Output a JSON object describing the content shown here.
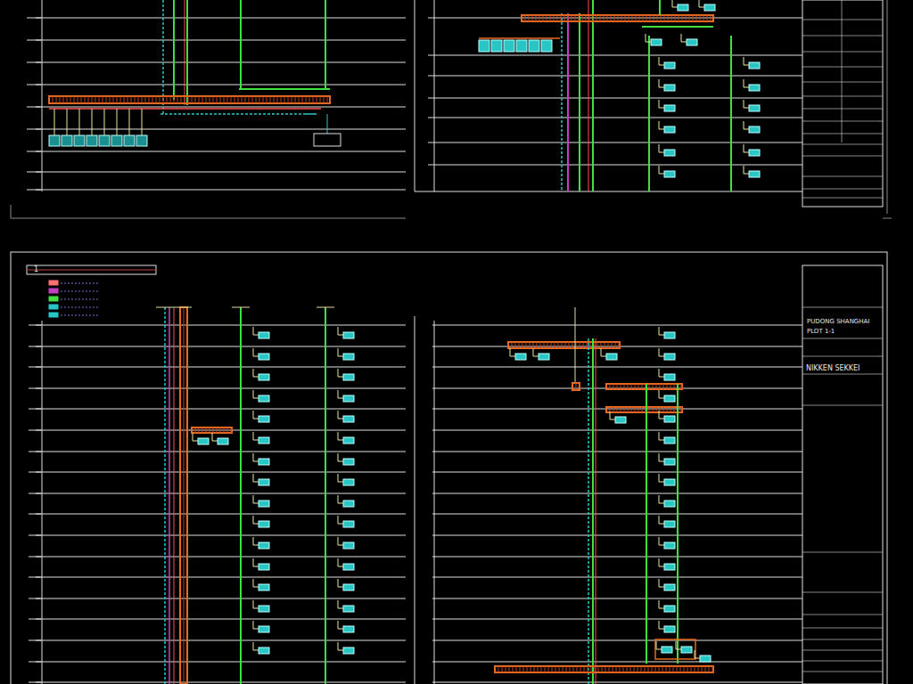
{
  "diagram": {
    "labels": [
      "1",
      "PUDONG SHANGHAI",
      "PLOT 1-1",
      "NIKKEN SEKKEI"
    ]
  }
}
